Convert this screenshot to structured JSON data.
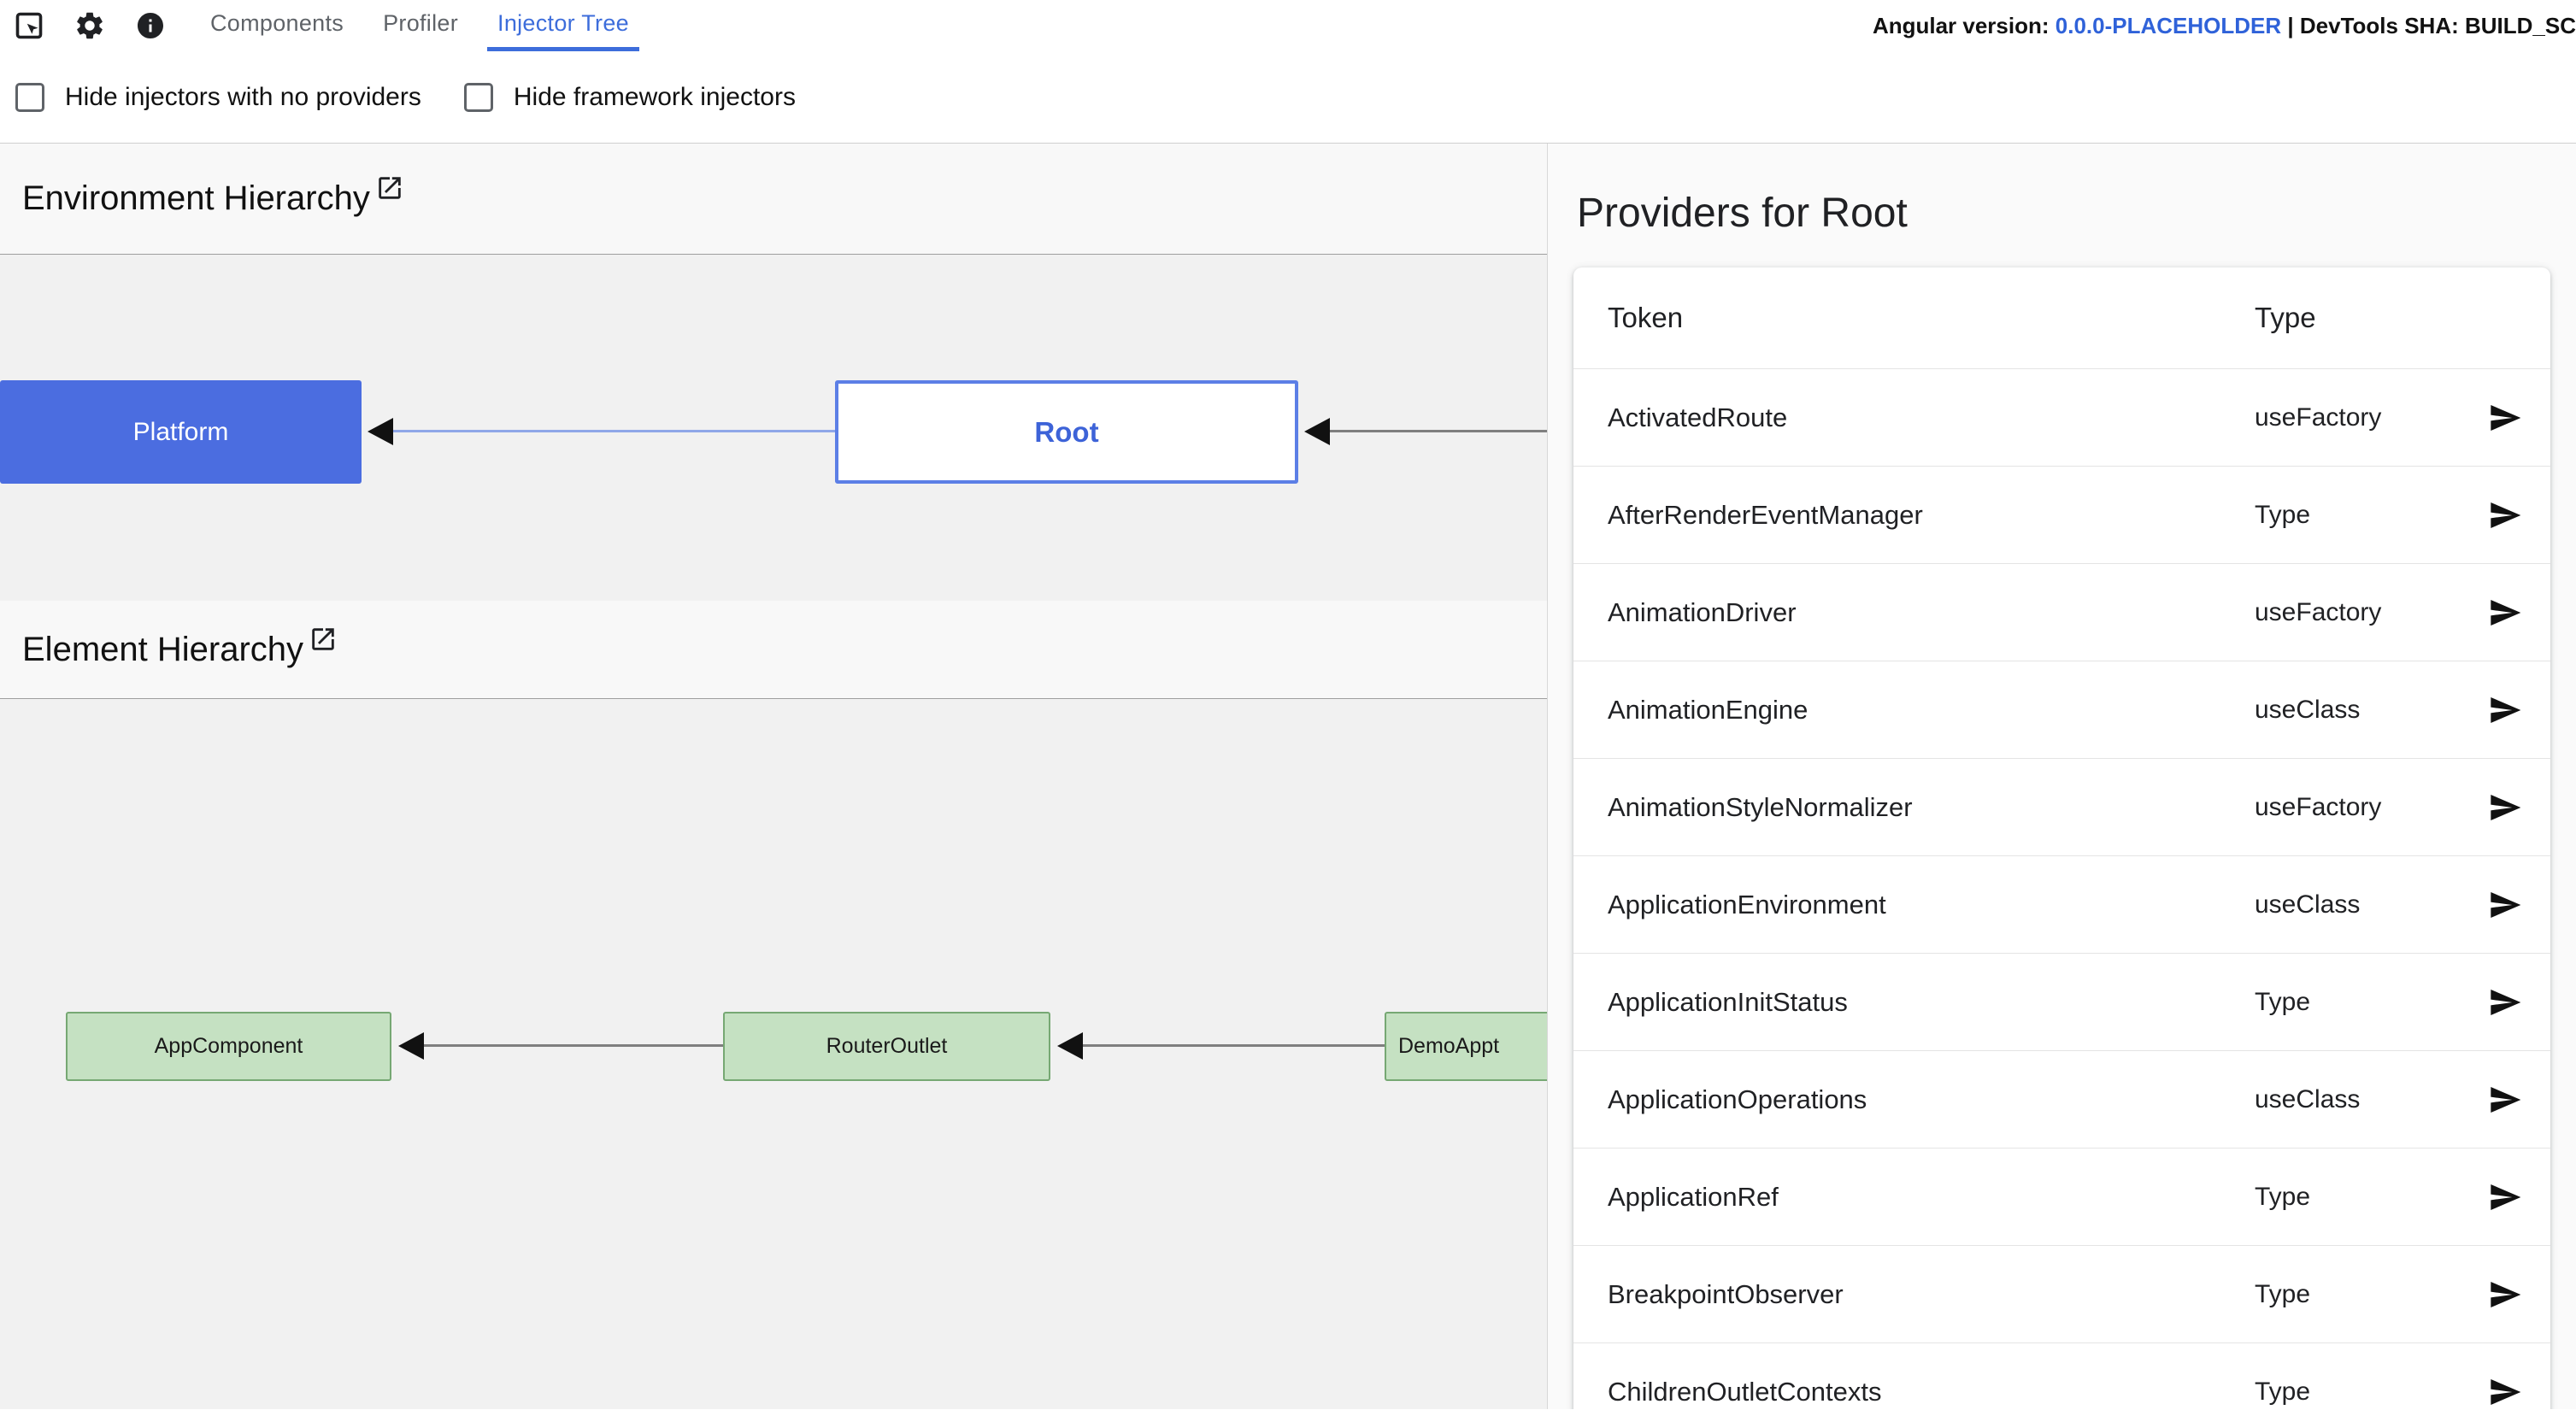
{
  "topbar": {
    "tabs": [
      {
        "label": "Components"
      },
      {
        "label": "Profiler"
      },
      {
        "label": "Injector Tree"
      }
    ],
    "active_tab": "Injector Tree",
    "version_prefix": "Angular version: ",
    "version_value": "0.0.0-PLACEHOLDER",
    "version_suffix": " | DevTools SHA: BUILD_SC"
  },
  "filters": {
    "hide_no_providers": {
      "label": "Hide injectors with no providers",
      "checked": false
    },
    "hide_framework": {
      "label": "Hide framework injectors",
      "checked": false
    }
  },
  "environment_hierarchy": {
    "title": "Environment Hierarchy",
    "nodes": [
      {
        "label": "Platform",
        "state": "selected"
      },
      {
        "label": "Root",
        "state": "highlighted"
      }
    ]
  },
  "element_hierarchy": {
    "title": "Element Hierarchy",
    "nodes": [
      {
        "label": "AppComponent"
      },
      {
        "label": "RouterOutlet"
      },
      {
        "label": "DemoAppt"
      }
    ]
  },
  "providers_panel": {
    "title": "Providers for Root",
    "columns": {
      "token": "Token",
      "type": "Type"
    },
    "rows": [
      {
        "token": "ActivatedRoute",
        "type": "useFactory"
      },
      {
        "token": "AfterRenderEventManager",
        "type": "Type"
      },
      {
        "token": "AnimationDriver",
        "type": "useFactory"
      },
      {
        "token": "AnimationEngine",
        "type": "useClass"
      },
      {
        "token": "AnimationStyleNormalizer",
        "type": "useFactory"
      },
      {
        "token": "ApplicationEnvironment",
        "type": "useClass"
      },
      {
        "token": "ApplicationInitStatus",
        "type": "Type"
      },
      {
        "token": "ApplicationOperations",
        "type": "useClass"
      },
      {
        "token": "ApplicationRef",
        "type": "Type"
      },
      {
        "token": "BreakpointObserver",
        "type": "Type"
      },
      {
        "token": "ChildrenOutletContexts",
        "type": "Type"
      }
    ]
  },
  "icons": {
    "toolbar": [
      "inspect-element-icon",
      "settings-icon",
      "info-icon"
    ],
    "section_link": "open-in-new-icon",
    "row_action": "log-provider-icon",
    "edge_marker": "arrowhead-icon"
  },
  "colors": {
    "accent": "#3d6ddb",
    "link": "#2f62d9",
    "platform_node_bg": "#4b6de0",
    "root_node_border": "#5c7fe6",
    "element_node_bg": "#c5e1c2",
    "element_node_border": "#76a873",
    "graph_panel_bg": "#f1f1f1"
  }
}
